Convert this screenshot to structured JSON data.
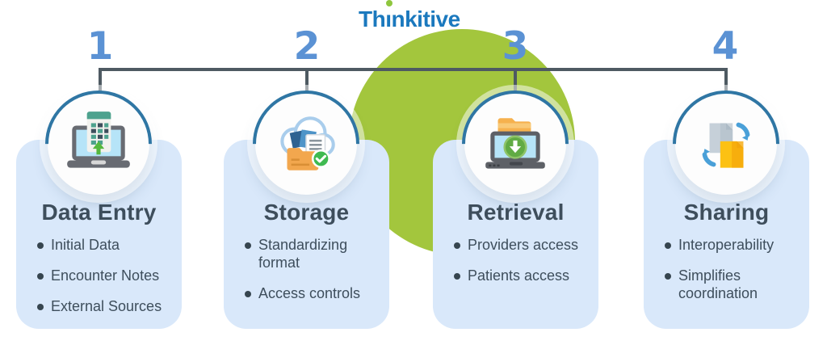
{
  "brand": {
    "name": "Thinkitive",
    "part_before": "Th",
    "dotless_i": "ı",
    "part_after": "nkitive",
    "blue": "#1b79be",
    "green": "#8fc63e"
  },
  "colors": {
    "card_background": "#d9e8fa",
    "text": "#3e4e5c",
    "number_blue": "#5b92d4",
    "connector_line": "#4e5a62",
    "ring_blue": "#2f76a4",
    "green_circle": "#a3c63d"
  },
  "steps": [
    {
      "number": "1",
      "title": "Data Entry",
      "icon": "laptop-spreadsheet-upload-icon",
      "bullets": [
        "Initial Data",
        "Encounter Notes",
        "External Sources"
      ]
    },
    {
      "number": "2",
      "title": "Storage",
      "icon": "cloud-folder-check-icon",
      "bullets": [
        "Standardizing format",
        "Access controls"
      ]
    },
    {
      "number": "3",
      "title": "Retrieval",
      "icon": "laptop-folder-download-icon",
      "bullets": [
        "Providers access",
        "Patients access"
      ]
    },
    {
      "number": "4",
      "title": "Sharing",
      "icon": "documents-sync-icon",
      "bullets": [
        "Interoperability",
        "Simplifies coordination"
      ]
    }
  ]
}
